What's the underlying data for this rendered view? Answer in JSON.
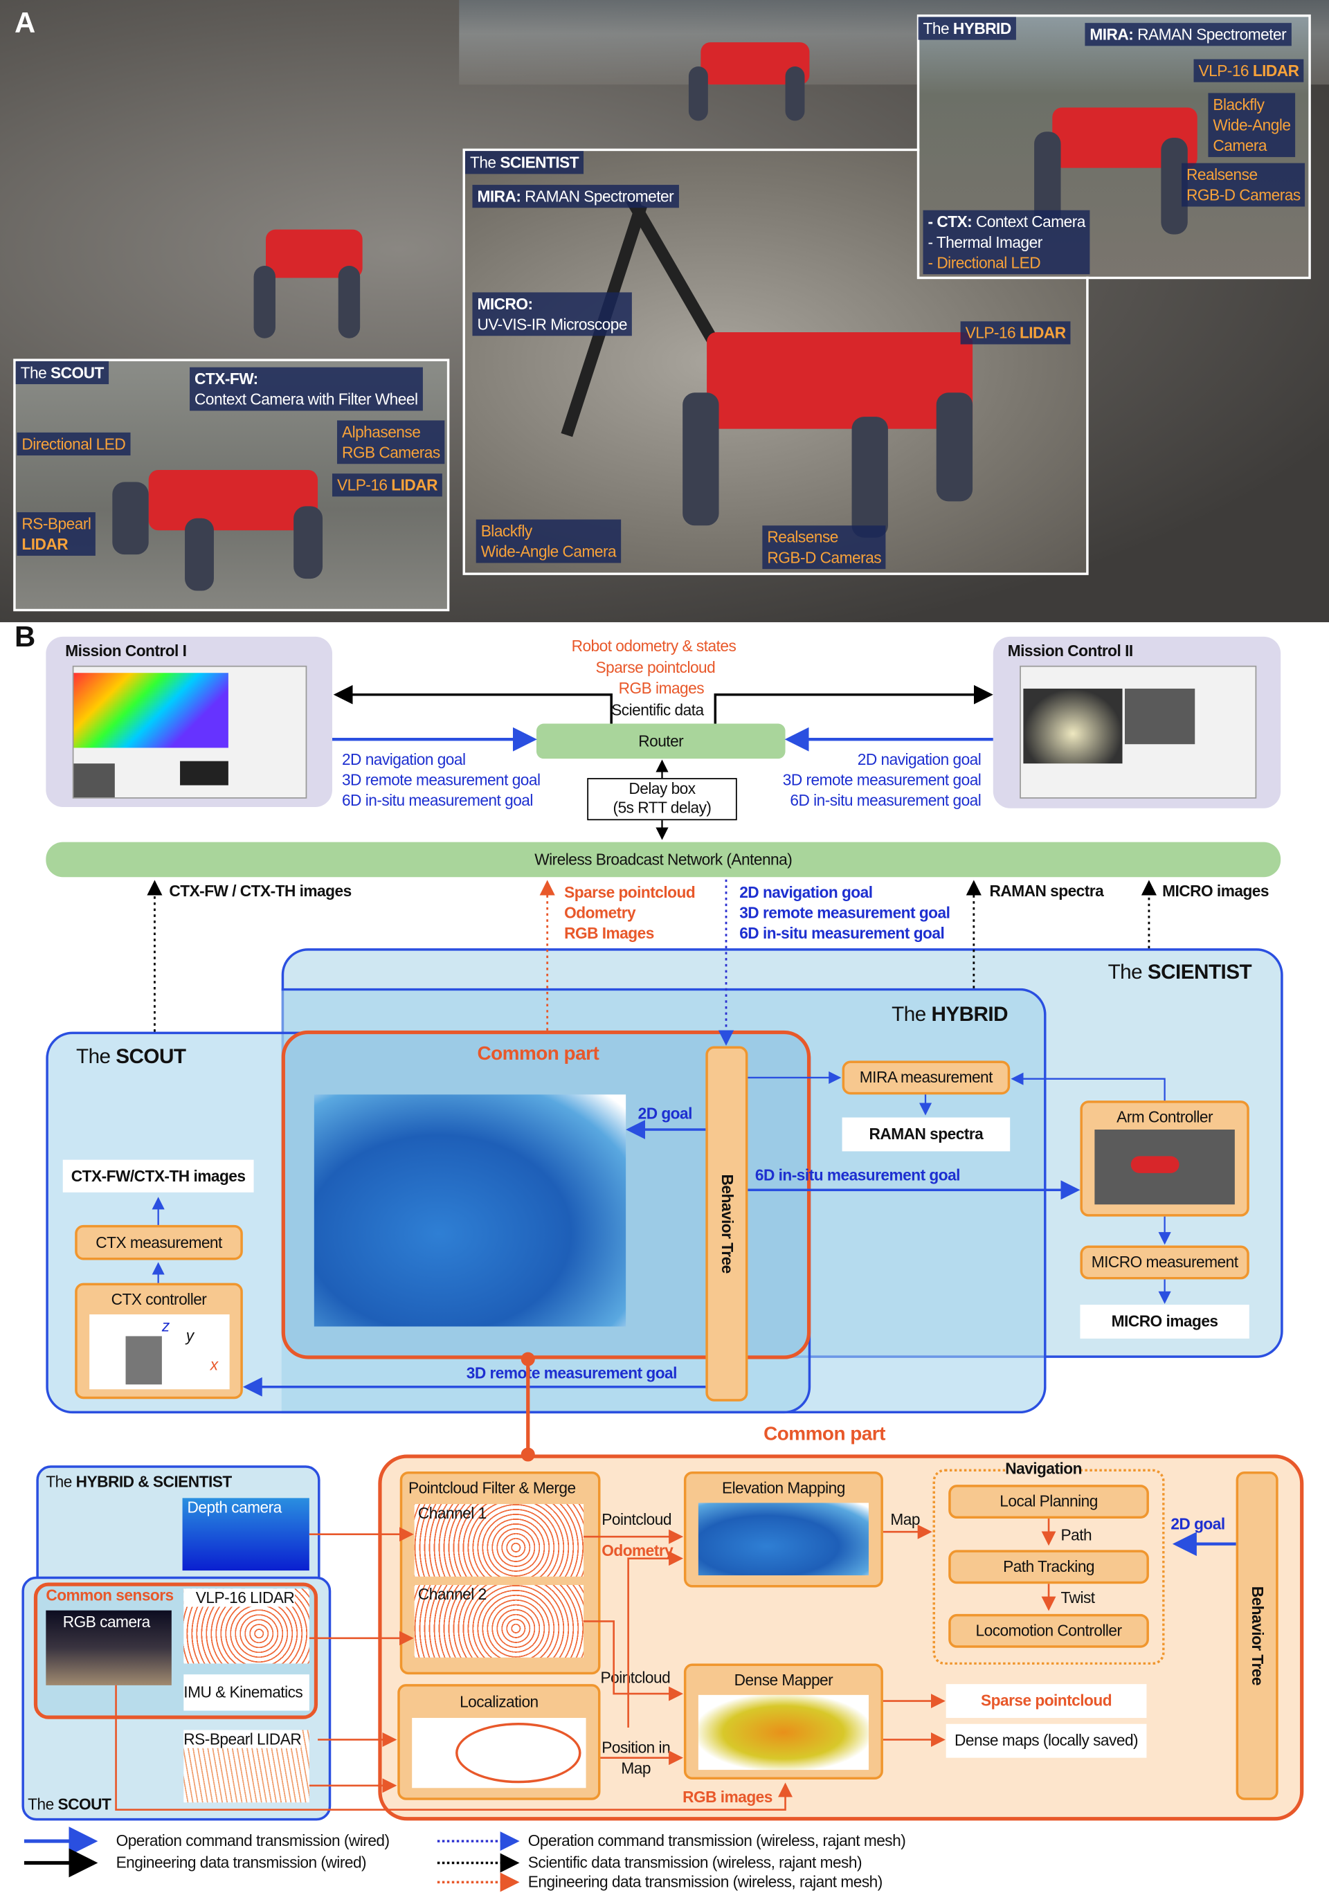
{
  "panel_a": {
    "label": "A",
    "scout": {
      "title_pre": "The ",
      "title_bold": "SCOUT",
      "ctx_bold": "CTX-FW:",
      "ctx_text": "Context Camera with Filter Wheel",
      "led": "Directional LED",
      "alphasense_1": "Alphasense",
      "alphasense_2": "RGB Cameras",
      "vlp_pre": "VLP-16 ",
      "vlp_bold": "LIDAR",
      "bpearl_1": "RS-Bpearl",
      "bpearl_2": "LIDAR"
    },
    "scientist": {
      "title_pre": "The ",
      "title_bold": "SCIENTIST",
      "mira_bold": "MIRA:",
      "mira_text": " RAMAN Spectrometer",
      "micro_bold": "MICRO:",
      "micro_text": "UV-VIS-IR Microscope",
      "vlp_pre": "VLP-16 ",
      "vlp_bold": "LIDAR",
      "blackfly_1": "Blackfly",
      "blackfly_2": "Wide-Angle Camera",
      "realsense_1": "Realsense",
      "realsense_2": "RGB-D Cameras"
    },
    "hybrid": {
      "title_pre": "The ",
      "title_bold": "HYBRID",
      "mira_bold": "MIRA:",
      "mira_text": " RAMAN Spectrometer",
      "vlp_pre": "VLP-16 ",
      "vlp_bold": "LIDAR",
      "blackfly_1": "Blackfly",
      "blackfly_2": "Wide-Angle",
      "blackfly_3": "Camera",
      "realsense_1": "Realsense",
      "realsense_2": "RGB-D Cameras",
      "ctx_bold": "- CTX:",
      "ctx_text": " Context Camera",
      "thermal": "- Thermal Imager",
      "led": "- Directional LED"
    }
  },
  "panel_b": {
    "label": "B",
    "mission_control_1": "Mission Control I",
    "mission_control_2": "Mission Control II",
    "top_data": [
      "Robot odometry & states",
      "Sparse pointcloud",
      "RGB images",
      "Scientific data"
    ],
    "router": "Router",
    "goals_left": [
      "2D navigation goal",
      "3D remote measurement goal",
      "6D in-situ measurement goal"
    ],
    "goals_right": [
      "2D navigation goal",
      "3D remote measurement goal",
      "6D in-situ measurement goal"
    ],
    "delay_box": [
      "Delay box",
      "(5s RTT delay)"
    ],
    "wireless": "Wireless Broadcast Network (Antenna)",
    "uplink_ctx": "CTX-FW / CTX-TH images",
    "uplink_eng": [
      "Sparse pointcloud",
      "Odometry",
      "RGB Images"
    ],
    "downlink_goals": [
      "2D navigation goal",
      "3D remote measurement goal",
      "6D in-situ measurement goal"
    ],
    "uplink_raman": "RAMAN spectra",
    "uplink_micro": "MICRO images",
    "scientist_pre": "The ",
    "scientist_bold": "SCIENTIST",
    "hybrid_pre": "The ",
    "hybrid_bold": "HYBRID",
    "scout_pre": "The ",
    "scout_bold": "SCOUT",
    "common_part": "Common part",
    "goal_2d": "2D goal",
    "behavior_tree": "Behavior Tree",
    "goal_6d": "6D in-situ measurement goal",
    "goal_3d": "3D remote measurement goal",
    "mira_measurement": "MIRA measurement",
    "raman_spectra": "RAMAN spectra",
    "arm_controller": "Arm Controller",
    "micro_measurement": "MICRO measurement",
    "micro_images": "MICRO images",
    "ctx_images": "CTX-FW/CTX-TH images",
    "ctx_measurement": "CTX measurement",
    "ctx_controller": "CTX controller",
    "ctx_axes": [
      "z",
      "y",
      "x"
    ]
  },
  "panel_c": {
    "common_part": "Common part",
    "hybrid_scientist_pre": "The ",
    "hybrid_scientist_bold": "HYBRID & SCIENTIST",
    "depth_camera": "Depth camera",
    "common_sensors": "Common sensors",
    "rgb_camera": "RGB camera",
    "vlp_lidar": "VLP-16 LIDAR",
    "imu": "IMU & Kinematics",
    "bpearl": "RS-Bpearl LIDAR",
    "scout_pre": "The ",
    "scout_bold": "SCOUT",
    "pc_filter": "Pointcloud Filter & Merge",
    "channel_1": "Channel 1",
    "channel_2": "Channel 2",
    "localization": "Localization",
    "elevation_mapping": "Elevation Mapping",
    "dense_mapper": "Dense Mapper",
    "pointcloud_1": "Pointcloud",
    "odometry": "Odometry",
    "pointcloud_2": "Pointcloud",
    "position_1": "Position in",
    "position_2": "Map",
    "map": "Map",
    "rgb_images": "RGB images",
    "navigation": "Navigation",
    "local_planning": "Local Planning",
    "path": "Path",
    "path_tracking": "Path Tracking",
    "twist": "Twist",
    "locomotion": "Locomotion Controller",
    "goal_2d": "2D goal",
    "behavior_tree": "Behavior Tree",
    "sparse_pointcloud": "Sparse pointcloud",
    "dense_maps": "Dense maps (locally saved)"
  },
  "legend": [
    {
      "label": "Operation command transmission (wired)",
      "color": "#2a4fe0",
      "style": "solid"
    },
    {
      "label": "Engineering data transmission (wired)",
      "color": "#000000",
      "style": "solid"
    },
    {
      "label": "Operation command transmission (wireless, rajant mesh)",
      "color": "#2a2fd0",
      "style": "dotted"
    },
    {
      "label": "Scientific data transmission (wireless, rajant mesh)",
      "color": "#000000",
      "style": "dotted"
    },
    {
      "label": "Engineering data transmission (wireless, rajant mesh)",
      "color": "#e8582a",
      "style": "dotted"
    }
  ],
  "colors": {
    "operation": "#2a4fe0",
    "engineering": "#000000",
    "orange": "#e8582a",
    "router_green": "#a9d59b",
    "box_orange": "#f7c88f",
    "mission_panel": "#dcd9ec"
  }
}
